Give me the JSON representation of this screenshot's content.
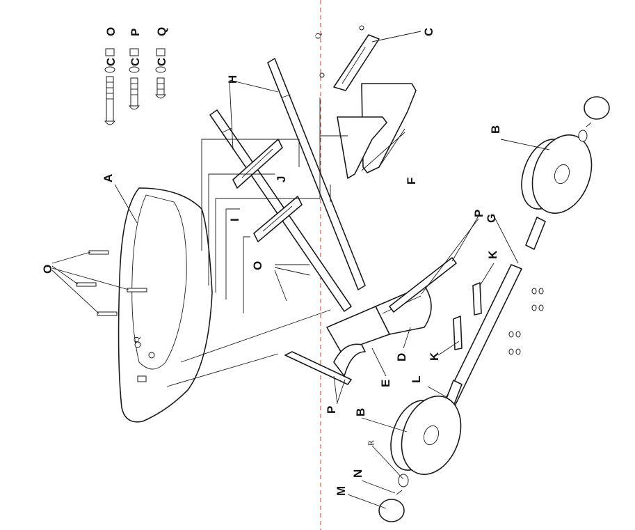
{
  "labels": {
    "A": "A",
    "B": "B",
    "C": "C",
    "D": "D",
    "E": "E",
    "F": "F",
    "G": "G",
    "H": "H",
    "I": "I",
    "J": "J",
    "K": "K",
    "L": "L",
    "M": "M",
    "N": "N",
    "O": "O",
    "P": "P",
    "Q": "Q",
    "R": "R"
  },
  "legend": {
    "hardware": [
      {
        "letter": "O",
        "washer": "C"
      },
      {
        "letter": "P",
        "washer": "C"
      },
      {
        "letter": "Q",
        "washer": "C"
      }
    ]
  },
  "colors": {
    "line": "#1a1a1a",
    "centerline": "#c0392b",
    "background": "#ffffff"
  }
}
